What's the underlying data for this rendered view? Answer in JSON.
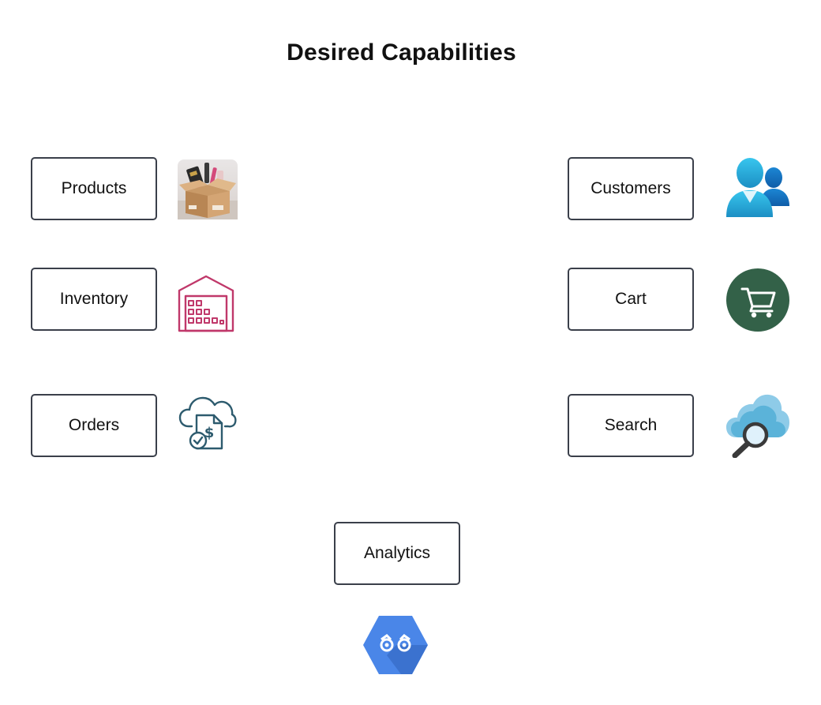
{
  "title": "Desired Capabilities",
  "capabilities": [
    {
      "label": "Products",
      "icon": "products-box-icon"
    },
    {
      "label": "Inventory",
      "icon": "warehouse-icon"
    },
    {
      "label": "Orders",
      "icon": "cloud-invoice-icon"
    },
    {
      "label": "Customers",
      "icon": "users-icon"
    },
    {
      "label": "Cart",
      "icon": "shopping-cart-icon"
    },
    {
      "label": "Search",
      "icon": "cloud-search-icon"
    },
    {
      "label": "Analytics",
      "icon": "analytics-hexagon-icon"
    }
  ],
  "colors": {
    "box_border": "#3a3f4a",
    "warehouse": "#c0386a",
    "orders_icon": "#2d5b6e",
    "users": "#2aa7d8",
    "cart_bg": "#336148",
    "search_cloud": "#5bb3d9",
    "analytics": "#4a86e8"
  }
}
